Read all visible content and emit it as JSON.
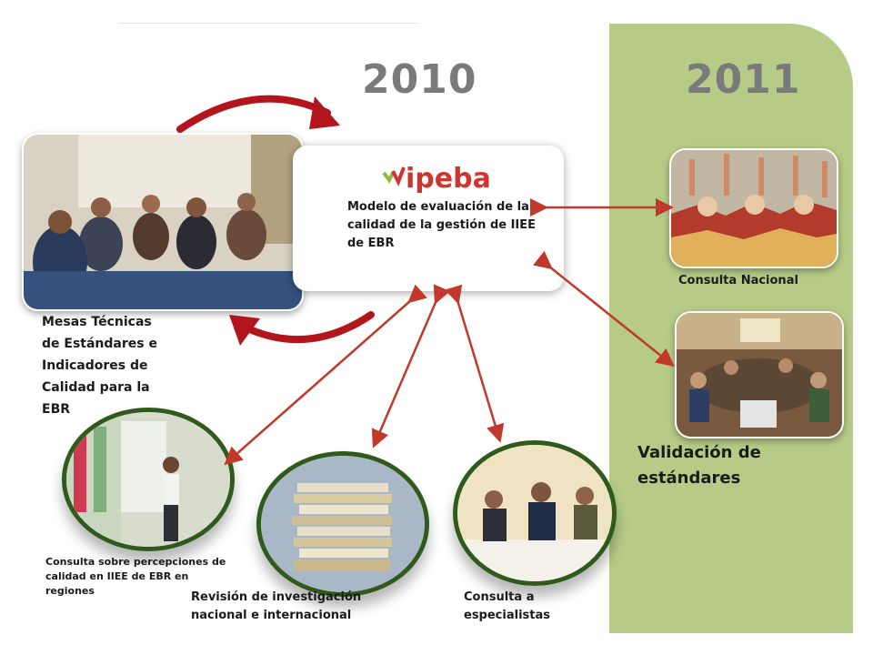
{
  "years": {
    "left": "2010",
    "right": "2011"
  },
  "logo": {
    "text": "ipeba"
  },
  "center": {
    "description": "Modelo de evaluación de la calidad de la gestión de IIEE de EBR"
  },
  "mesas": {
    "label": "Mesas Técnicas de Estándares e Indicadores de Calidad para la EBR"
  },
  "bottom": {
    "consulta_percepciones": "Consulta sobre percepciones de calidad en IIEE de EBR en regiones",
    "revision": "Revisión de investigación nacional e internacional",
    "consulta_especialistas": "Consulta a especialistas"
  },
  "right": {
    "consulta_nacional": "Consulta  Nacional",
    "validacion": "Validación de estándares"
  },
  "colors": {
    "panel": "#b6cc86",
    "arrow": "#c0392b",
    "curved_arrow": "#b3151d",
    "year": "#7a7a7a",
    "logo_red": "#d0342c",
    "logo_green": "#8dbb3c"
  }
}
